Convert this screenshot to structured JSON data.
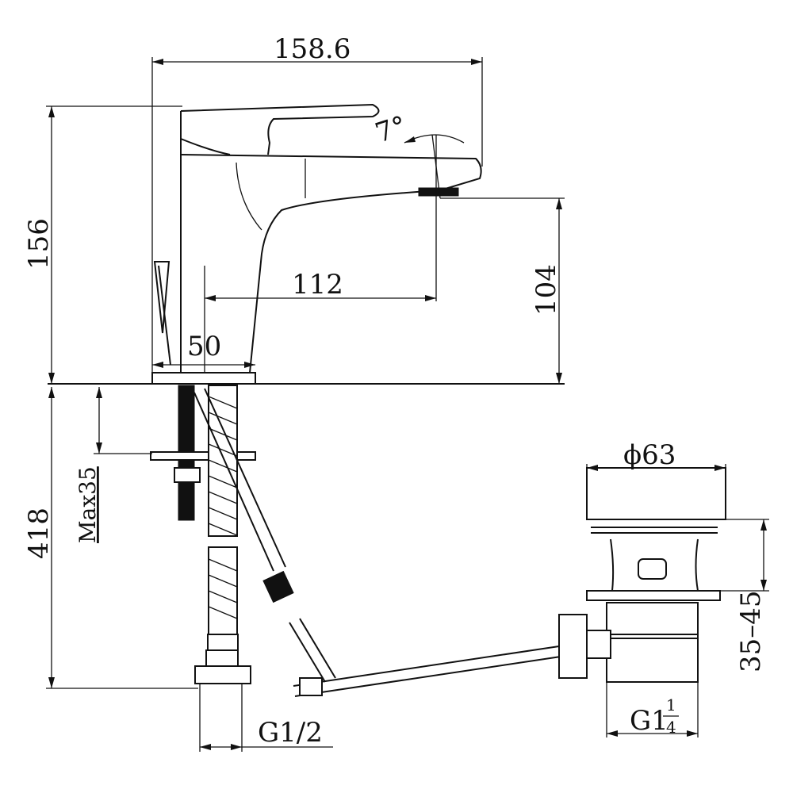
{
  "dimensions": {
    "overall_width": "158.6",
    "overall_height": "156",
    "spout_reach": "112",
    "spout_height": "104",
    "base_diameter": "50",
    "angle": "7°",
    "hose_length": "418",
    "max_deck_thickness": "Max35",
    "drain_diameter": "ϕ63",
    "drain_adjust": "35–45",
    "drain_thread_main": "G1",
    "drain_thread_num": "1",
    "drain_thread_den": "4",
    "hose_thread": "G1/2"
  }
}
